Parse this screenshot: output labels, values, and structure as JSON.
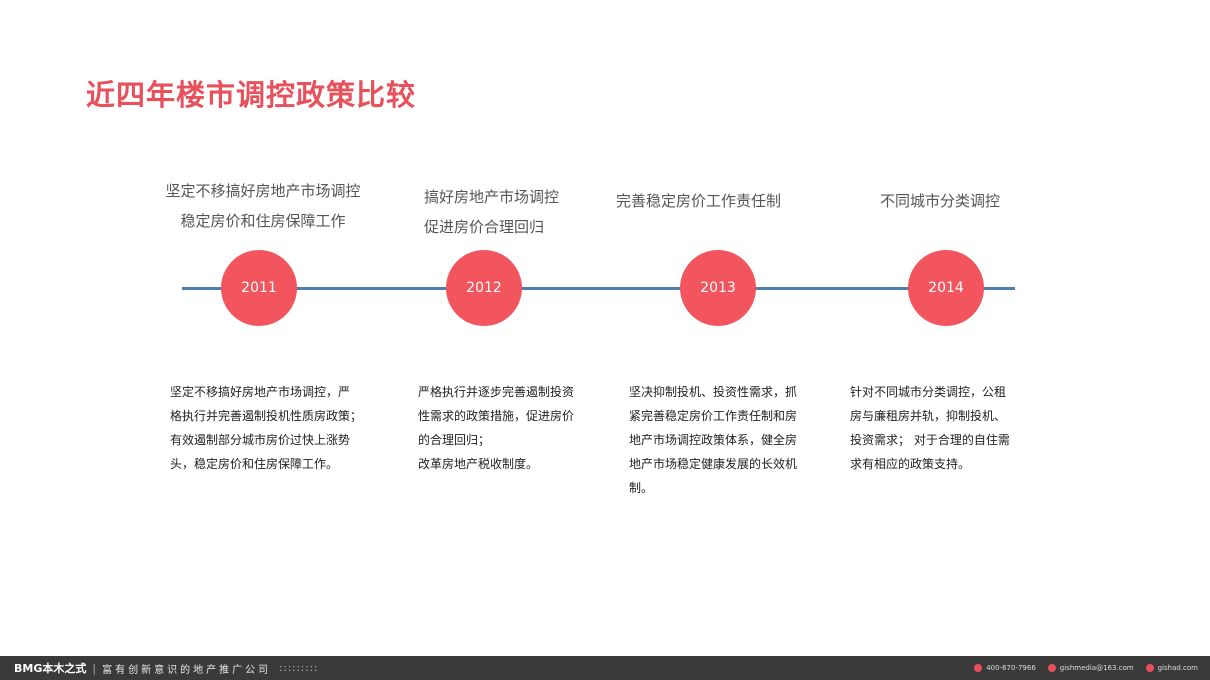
{
  "title": "近四年楼市调控政策比较",
  "colors": {
    "title": "#e8505b",
    "circle": "#f2555d",
    "line": "#4f7fae"
  },
  "items": [
    {
      "year": "2011",
      "heading": [
        "坚定不移搞好房地产市场调控",
        "稳定房价和住房保障工作"
      ],
      "body": [
        "坚定不移搞好房地产市场调控，严",
        "格执行并完善遏制投机性质房政策；",
        "有效遏制部分城市房价过快上涨势",
        "头，稳定房价和住房保障工作。"
      ]
    },
    {
      "year": "2012",
      "heading": [
        "搞好房地产市场调控",
        "促进房价合理回归"
      ],
      "body": [
        "严格执行并逐步完善遏制投资",
        "性需求的政策措施，促进房价",
        "的合理回归；",
        "改革房地产税收制度。"
      ]
    },
    {
      "year": "2013",
      "heading": [
        "完善稳定房价工作责任制"
      ],
      "body": [
        "坚决抑制投机、投资性需求，抓",
        "紧完善稳定房价工作责任制和房",
        "地产市场调控政策体系，健全房",
        "地产市场稳定健康发展的长效机",
        "制。"
      ]
    },
    {
      "year": "2014",
      "heading": [
        "不同城市分类调控"
      ],
      "body": [
        "针对不同城市分类调控，公租",
        "房与廉租房并轨，抑制投机、",
        "投资需求；  对于合理的自住需",
        "求有相应的政策支持。"
      ]
    }
  ],
  "footer": {
    "brand": "BMG本木之式",
    "slogan": "富有创新意识的地产推广公司",
    "dots": ":::::::::",
    "phone": "400-670-7966",
    "email": "gishmedia@163.com",
    "site": "gishad.com"
  }
}
